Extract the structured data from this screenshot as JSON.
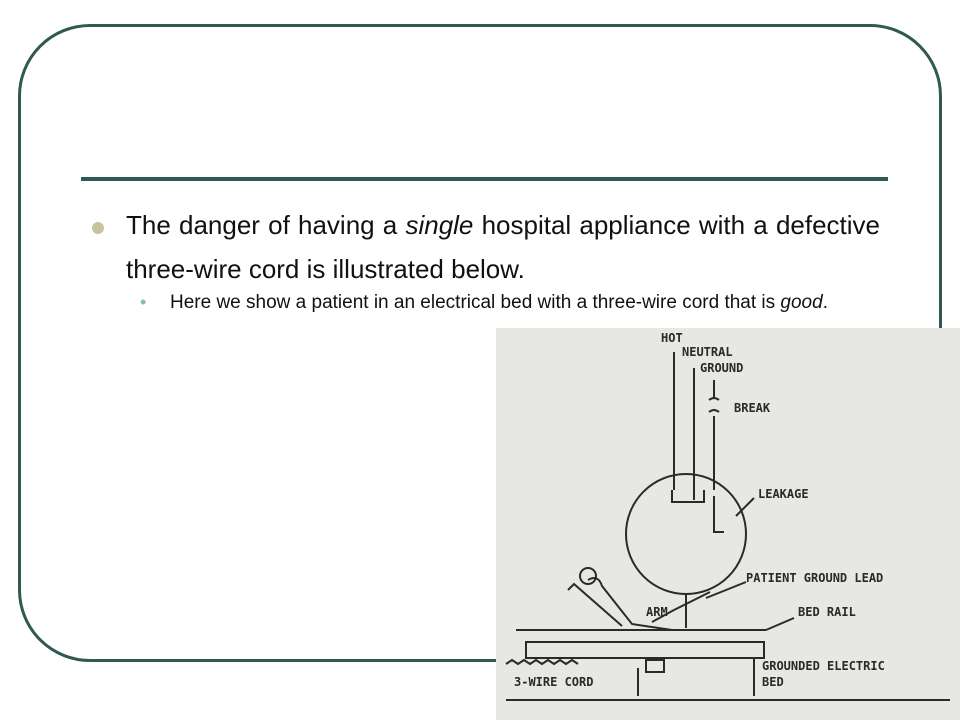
{
  "slide": {
    "bullet_main": {
      "part1": "The danger of having a ",
      "italic": "single",
      "part2": " hospital appliance with a defective three-wire cord is illustrated below."
    },
    "bullet_sub": {
      "part1": "Here we show a patient in an electrical bed with a three-wire cord that is ",
      "italic": "good",
      "part2": "."
    }
  },
  "diagram": {
    "labels": {
      "hot": "HOT",
      "neutral": "NEUTRAL",
      "ground": "GROUND",
      "break": "BREAK",
      "leakage": "LEAKAGE",
      "patient_ground_lead": "PATIENT GROUND LEAD",
      "arm": "ARM",
      "bed_rail": "BED RAIL",
      "grounded_electric": "GROUNDED ELECTRIC",
      "bed": "BED",
      "three_wire_cord": "3-WIRE CORD"
    }
  }
}
